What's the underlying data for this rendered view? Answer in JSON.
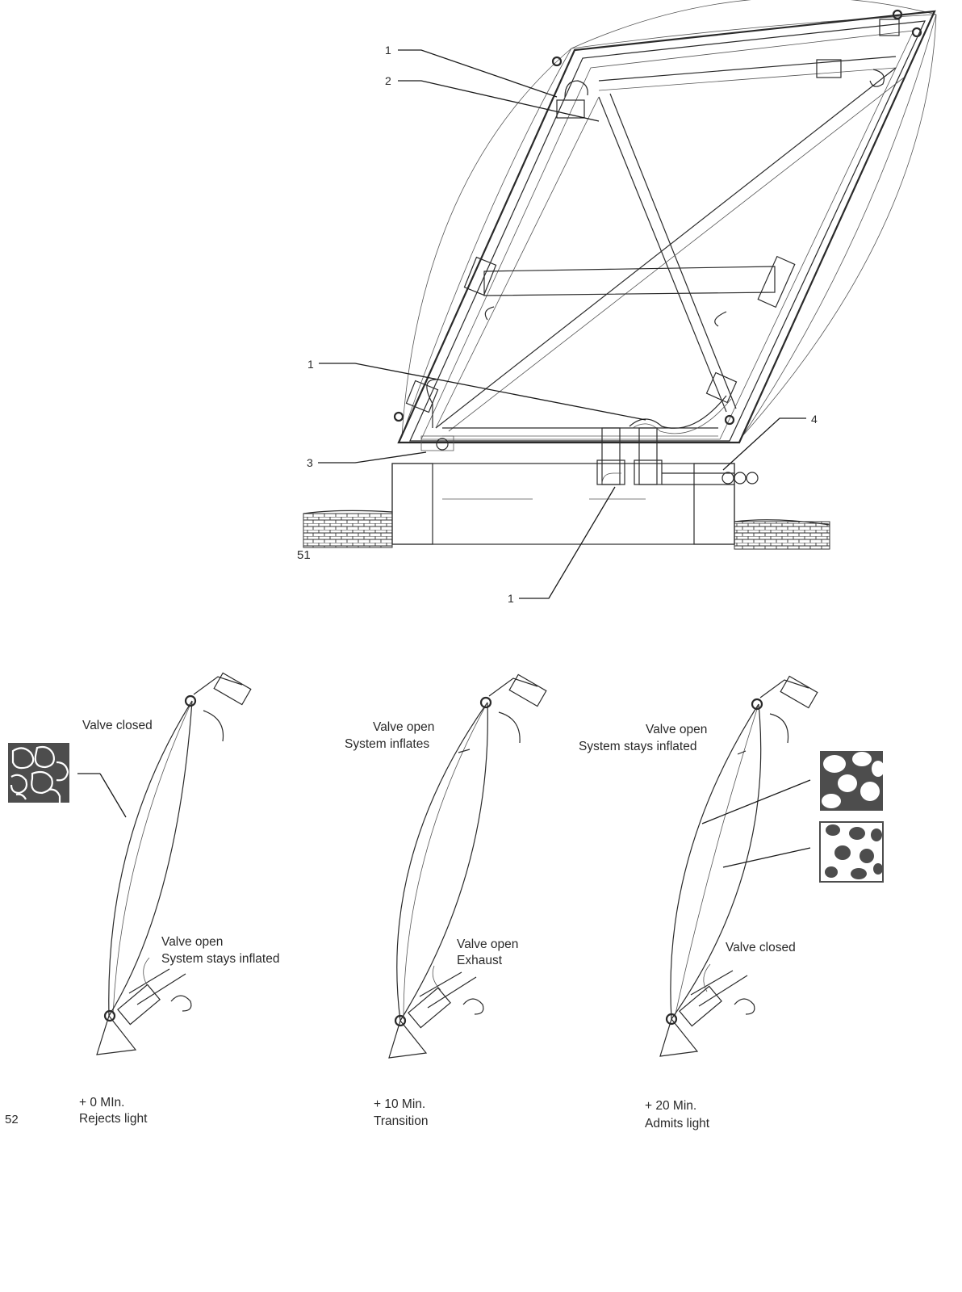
{
  "figure51": {
    "number": "51",
    "callouts": {
      "c1_top": "1",
      "c2": "2",
      "c1_mid": "1",
      "c3": "3",
      "c4": "4",
      "c1_bottom": "1"
    }
  },
  "figure52": {
    "number": "52",
    "stages": [
      {
        "top_label": [
          "Valve closed"
        ],
        "bottom_label": [
          "Valve open",
          "System stays inflated"
        ],
        "caption": [
          "+ 0 MIn.",
          "Rejects light"
        ]
      },
      {
        "top_label": [
          "Valve open",
          "System inflates"
        ],
        "bottom_label": [
          "Valve open",
          "Exhaust"
        ],
        "caption": [
          "+ 10 Min.",
          "Transition"
        ]
      },
      {
        "top_label": [
          "Valve open",
          "System stays inflated"
        ],
        "bottom_label": [
          "Valve closed"
        ],
        "caption": [
          "+ 20 Min.",
          "Admits light"
        ]
      }
    ]
  },
  "colors": {
    "ink": "#2a2a2a",
    "pattern_dark": "#4d4d4d",
    "pattern_light": "#ffffff"
  }
}
